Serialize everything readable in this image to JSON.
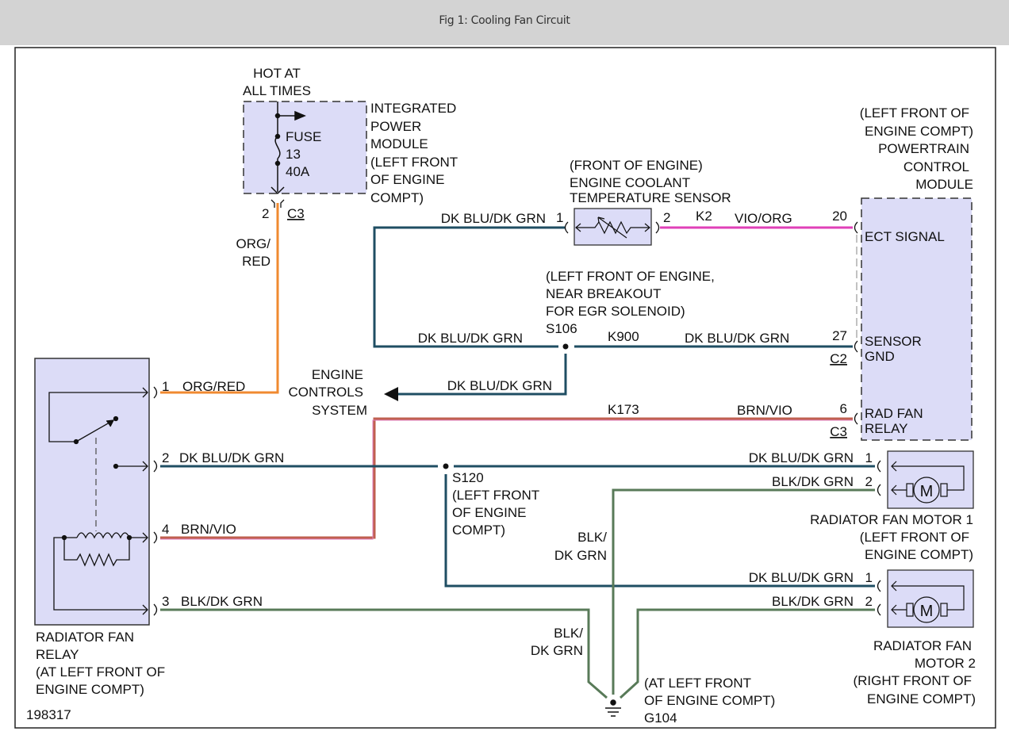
{
  "header": {
    "title": "Fig 1: Cooling Fan Circuit"
  },
  "figure_id": "198317",
  "colors": {
    "module_fill": "#dcdcf7",
    "org_red": "#f08a30",
    "dk_blu_dk_grn": "#1f4e63",
    "vio_org": "#e040b8",
    "brn_vio": "#c06050",
    "blk_dk_grn": "#587a58"
  },
  "power": {
    "hot_label": [
      "HOT AT",
      "ALL TIMES"
    ],
    "fuse_label": [
      "FUSE",
      "13",
      "40A"
    ],
    "module_label": [
      "INTEGRATED",
      "POWER",
      "MODULE",
      "(LEFT FRONT",
      "OF ENGINE",
      "COMPT)"
    ],
    "pin": "2",
    "connector": "C3",
    "wire_label": [
      "ORG/",
      "RED"
    ]
  },
  "ect_sensor": {
    "label": [
      "(FRONT OF ENGINE)",
      "ENGINE COOLANT",
      "TEMPERATURE SENSOR"
    ],
    "pin1": "1",
    "pin2": "2",
    "wire1": "DK BLU/DK GRN",
    "circuit2": "K2",
    "wire2": "VIO/ORG"
  },
  "pcm": {
    "label": [
      "(LEFT FRONT OF",
      "ENGINE COMPT)",
      "POWERTRAIN",
      "CONTROL",
      "MODULE"
    ],
    "pins": [
      {
        "num": "20",
        "label": [
          "ECT SIGNAL"
        ],
        "connector": ""
      },
      {
        "num": "27",
        "label": [
          "SENSOR",
          "GND"
        ],
        "connector": "C2"
      },
      {
        "num": "6",
        "label": [
          "RAD FAN",
          "RELAY"
        ],
        "connector": "C3"
      }
    ]
  },
  "splice_s106": {
    "label": [
      "(LEFT FRONT OF ENGINE,",
      "NEAR BREAKOUT",
      "FOR EGR SOLENOID)",
      "S106"
    ],
    "left_wire": "DK BLU/DK GRN",
    "circuit": "K900",
    "right_wire": "DK BLU/DK GRN",
    "down_wire": "DK BLU/DK GRN"
  },
  "engine_controls": {
    "label": [
      "ENGINE",
      "CONTROLS",
      "SYSTEM"
    ]
  },
  "relay_circuit": {
    "circuit": "K173",
    "wire": "BRN/VIO"
  },
  "relay": {
    "label": [
      "RADIATOR FAN",
      "RELAY",
      "(AT LEFT FRONT OF",
      "ENGINE COMPT)"
    ],
    "pins": [
      {
        "num": "1",
        "wire": "ORG/RED"
      },
      {
        "num": "2",
        "wire": "DK BLU/DK GRN"
      },
      {
        "num": "4",
        "wire": "BRN/VIO"
      },
      {
        "num": "3",
        "wire": "BLK/DK GRN"
      }
    ]
  },
  "splice_s120": {
    "label": [
      "S120",
      "(LEFT FRONT",
      "OF ENGINE",
      "COMPT)"
    ]
  },
  "motor1": {
    "label": [
      "RADIATOR FAN MOTOR 1",
      "(LEFT FRONT OF",
      "ENGINE COMPT)"
    ],
    "pin1": "1",
    "wire1": "DK BLU/DK GRN",
    "pin2": "2",
    "wire2": "BLK/DK GRN",
    "symbol": "M"
  },
  "motor2": {
    "label": [
      "RADIATOR FAN",
      "MOTOR 2",
      "(RIGHT FRONT OF",
      "ENGINE COMPT)"
    ],
    "pin1": "1",
    "wire1": "DK BLU/DK GRN",
    "pin2": "2",
    "wire2": "BLK/DK GRN",
    "symbol": "M"
  },
  "ground": {
    "wire_label_1": [
      "BLK/",
      "DK GRN"
    ],
    "wire_label_2": [
      "BLK/",
      "DK GRN"
    ],
    "label": [
      "(AT LEFT FRONT",
      "OF ENGINE COMPT)",
      "G104"
    ]
  }
}
